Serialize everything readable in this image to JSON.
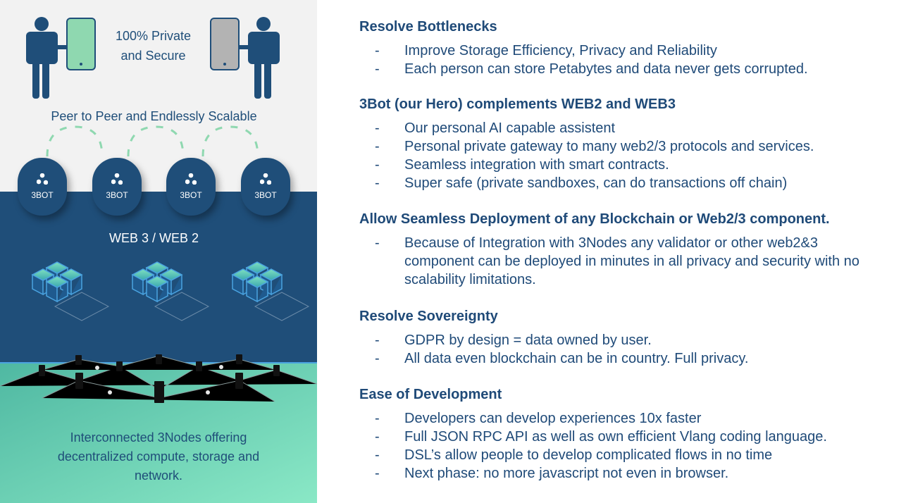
{
  "left": {
    "private_text": [
      "100% Private",
      "and Secure"
    ],
    "p2p_text": "Peer to Peer and Endlessly Scalable",
    "bot_label": "3BOT",
    "web_text": "WEB 3 / WEB 2",
    "nodes_text": [
      "Interconnected 3Nodes offering",
      "decentralized compute, storage and",
      "network."
    ],
    "colors": {
      "top_bg": "#f2f2f2",
      "mid_bg": "#1f4e79",
      "bottom_bg": "#6fd4b6",
      "accent": "#8fd8b0"
    }
  },
  "sections": [
    {
      "title": "Resolve Bottlenecks",
      "items": [
        "Improve Storage Efficiency, Privacy and Reliability",
        "Each person can store Petabytes and data never gets corrupted."
      ]
    },
    {
      "title": "3Bot (our Hero) complements WEB2 and WEB3",
      "items": [
        "Our personal AI capable assistent",
        "Personal private gateway to many web2/3 protocols and services.",
        "Seamless integration with smart contracts.",
        "Super safe (private sandboxes, can do transactions off chain)"
      ]
    },
    {
      "title": "Allow Seamless Deployment of any Blockchain or Web2/3 component.",
      "items": [
        "Because of Integration with 3Nodes any validator or other web2&3 component can be deployed in minutes in all privacy and security with no scalability limitations."
      ]
    },
    {
      "title": "Resolve Sovereignty",
      "items": [
        "GDPR by design = data owned by user.",
        "All data even blockchain can be in country. Full privacy."
      ]
    },
    {
      "title": "Ease of Development",
      "items": [
        "Developers can develop experiences 10x faster",
        "Full JSON RPC API as well as own efficient Vlang coding language.",
        "DSL’s allow people to develop complicated flows in no time",
        "Next phase: no more javascript not even in browser."
      ]
    }
  ]
}
